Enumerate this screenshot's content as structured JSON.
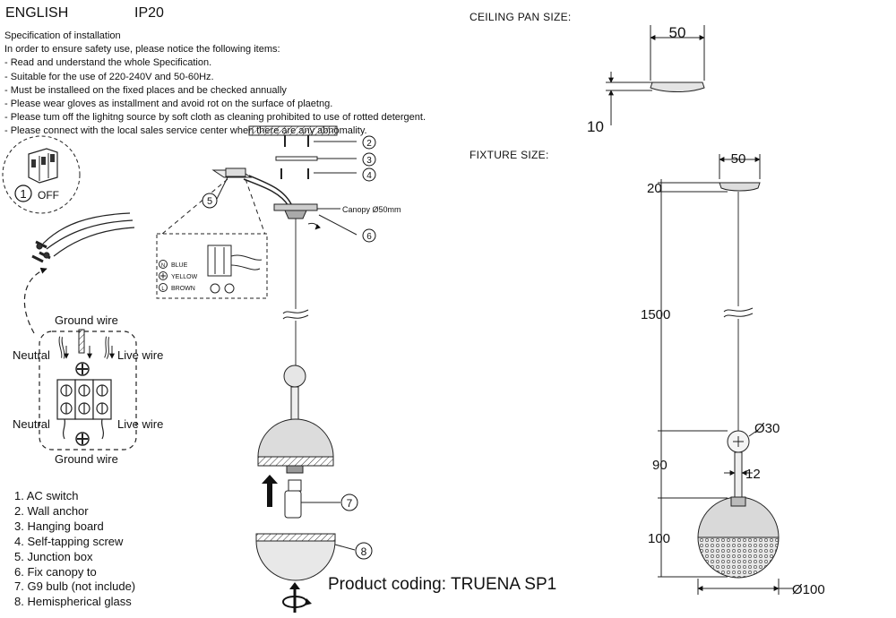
{
  "header": {
    "language": "ENGLISH",
    "ip_rating": "IP20"
  },
  "specification": {
    "title": "Specification of installation",
    "intro": "In order to ensure safety use, please notice the following items:",
    "items": [
      "- Read and understand the whole Specification.",
      "- Suitable for the use of 220-240V and 50-60Hz.",
      "- Must be installeed on the fixed places and be checked annually",
      "- Please wear gloves as installment and avoid rot on the surface of plaetng.",
      "- Please tum off the lighitng source by soft cloth as cleaning prohibited to use of rotted detergent.",
      "- Please connect with the local sales service center when there are any abnomality."
    ]
  },
  "switch": {
    "number": "1",
    "label": "OFF"
  },
  "wiring": {
    "ground_top": "Ground wire",
    "neutral_top": "Neutral",
    "live_top": "Live wire",
    "neutral_bottom": "Neutral",
    "live_bottom": "Live wire",
    "ground_bottom": "Ground wire"
  },
  "legend_box": {
    "blue": "BLUE",
    "yellow": "YELLOW",
    "brown": "BROWN",
    "n": "N",
    "l": "L"
  },
  "callouts": {
    "c2": "2",
    "c3": "3",
    "c4": "4",
    "c5": "5",
    "c6": "6",
    "c7": "7",
    "c8": "8",
    "canopy": "Canopy Ø50mm"
  },
  "parts": [
    "1. AC switch",
    "2. Wall anchor",
    "3. Hanging board",
    "4. Self-tapping screw",
    "5. Junction box",
    "6. Fix canopy to",
    "7. G9 bulb (not include)",
    "8. Hemispherical glass"
  ],
  "product_coding": "Product coding: TRUENA SP1",
  "ceiling_pan": {
    "title": "CEILING PAN  SIZE:",
    "width": "50",
    "height": "10"
  },
  "fixture": {
    "title": "FIXTURE SIZE:",
    "width": "50",
    "canopy_h": "20",
    "cable": "1500",
    "ball": "Ø30",
    "tube_h": "90",
    "tube_d": "12",
    "shade_h": "100",
    "shade_d": "Ø100"
  },
  "colors": {
    "line": "#111111",
    "shade": "#cfcfcf",
    "dark": "#555555"
  }
}
